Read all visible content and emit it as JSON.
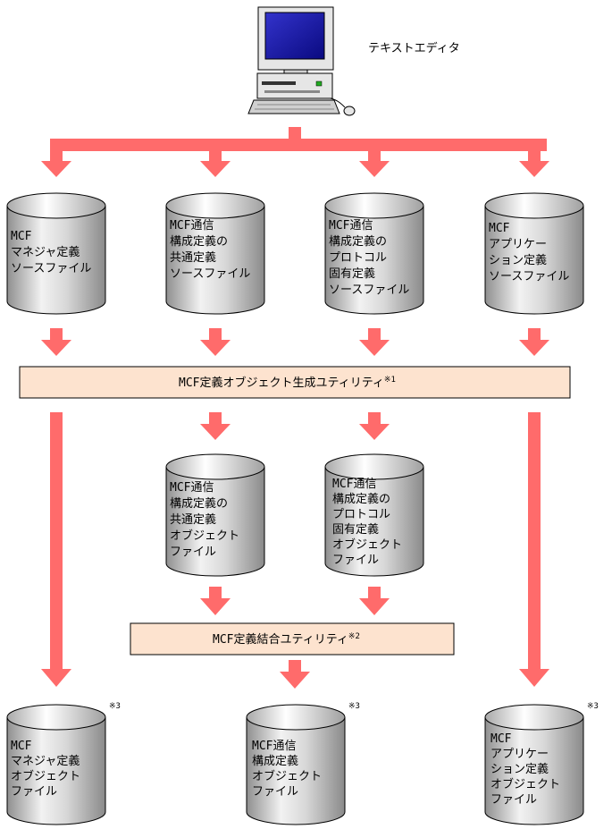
{
  "computer": {
    "label": "テキストエディタ"
  },
  "source_files": [
    {
      "lines": [
        "MCF",
        "マネジャ定義",
        "ソースファイル"
      ]
    },
    {
      "lines": [
        "MCF通信",
        "構成定義の",
        "共通定義",
        "ソースファイル"
      ]
    },
    {
      "lines": [
        "MCF通信",
        "構成定義の",
        "プロトコル",
        "固有定義",
        "ソースファイル"
      ]
    },
    {
      "lines": [
        "MCF",
        "アプリケー",
        "ション定義",
        "ソースファイル"
      ]
    }
  ],
  "utility1": {
    "label": "MCF定義オブジェクト生成ユティリティ",
    "note": "※1"
  },
  "mid_objects": [
    {
      "lines": [
        "MCF通信",
        "構成定義の",
        "共通定義",
        "オブジェクト",
        "ファイル"
      ]
    },
    {
      "lines": [
        "MCF通信",
        "構成定義の",
        "プロトコル",
        "固有定義",
        "オブジェクト",
        "ファイル"
      ]
    }
  ],
  "utility2": {
    "label": "MCF定義結合ユティリティ",
    "note": "※2"
  },
  "final_objects": [
    {
      "lines": [
        "MCF",
        "マネジャ定義",
        "オブジェクト",
        "ファイル"
      ],
      "note": "※3"
    },
    {
      "lines": [
        "MCF通信",
        "構成定義",
        "オブジェクト",
        "ファイル"
      ],
      "note": "※3"
    },
    {
      "lines": [
        "MCF",
        "アプリケー",
        "ション定義",
        "オブジェクト",
        "ファイル"
      ],
      "note": "※3"
    }
  ]
}
